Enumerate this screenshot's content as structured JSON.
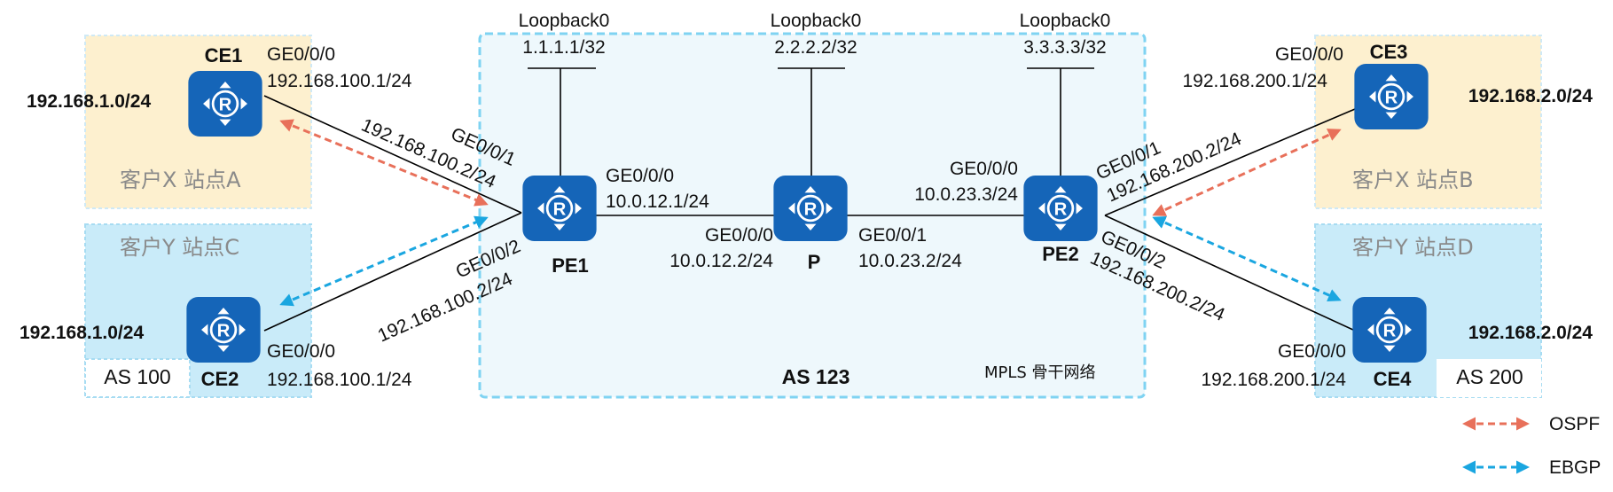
{
  "colors": {
    "site_x": "#fdf0cf",
    "site_y": "#c9ebf9",
    "backbone_fill": "#eef8fc",
    "backbone_border": "#7fd3f2",
    "router": "#1565b8",
    "ospf": "#e8705a",
    "ebgp": "#1aa6e0"
  },
  "devices": {
    "ce1": "CE1",
    "ce2": "CE2",
    "ce3": "CE3",
    "ce4": "CE4",
    "pe1": "PE1",
    "p": "P",
    "pe2": "PE2"
  },
  "sites": {
    "a": "客户X  站点A",
    "b": "客户X  站点B",
    "c": "客户Y  站点C",
    "d": "客户Y  站点D"
  },
  "networks": {
    "ce1": "192.168.1.0/24",
    "ce2": "192.168.1.0/24",
    "ce3": "192.168.2.0/24",
    "ce4": "192.168.2.0/24"
  },
  "as": {
    "left": "AS 100",
    "right": "AS 200",
    "backbone": "AS 123",
    "backbone_label": "MPLS 骨干网络"
  },
  "loopbacks": {
    "pe1_name": "Loopback0",
    "pe1_ip": "1.1.1.1/32",
    "p_name": "Loopback0",
    "p_ip": "2.2.2.2/32",
    "pe2_name": "Loopback0",
    "pe2_ip": "3.3.3.3/32"
  },
  "interfaces": {
    "ce1_if": "GE0/0/0",
    "ce1_ip": "192.168.100.1/24",
    "ce2_if": "GE0/0/0",
    "ce2_ip": "192.168.100.1/24",
    "pe1_g1_if": "GE0/0/1",
    "pe1_g1_ip": "192.168.100.2/24",
    "pe1_g2_if": "GE0/0/2",
    "pe1_g2_ip": "192.168.100.2/24",
    "pe1_g0_if": "GE0/0/0",
    "pe1_g0_ip": "10.0.12.1/24",
    "p_g0_if": "GE0/0/0",
    "p_g0_ip": "10.0.12.2/24",
    "p_g1_if": "GE0/0/1",
    "p_g1_ip": "10.0.23.2/24",
    "pe2_g0_if": "GE0/0/0",
    "pe2_g0_ip": "10.0.23.3/24",
    "pe2_g1_if": "GE0/0/1",
    "pe2_g1_ip": "192.168.200.2/24",
    "pe2_g2_if": "GE0/0/2",
    "pe2_g2_ip": "192.168.200.2/24",
    "ce3_if": "GE0/0/0",
    "ce3_ip": "192.168.200.1/24",
    "ce4_if": "GE0/0/0",
    "ce4_ip": "192.168.200.1/24"
  },
  "legend": {
    "ospf": "OSPF",
    "ebgp": "EBGP"
  }
}
